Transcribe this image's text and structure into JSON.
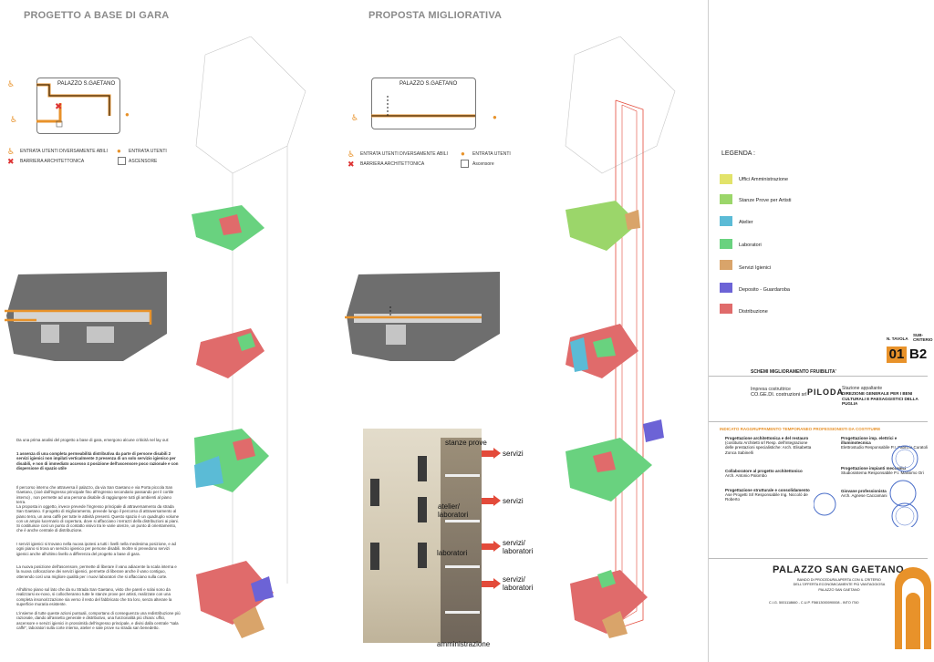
{
  "titles": {
    "left": "PROGETTO A BASE DI GARA",
    "right": "PROPOSTA MIGLIORATIVA"
  },
  "scheme_left": {
    "box_title": "PALAZZO S.GAETANO",
    "key": {
      "entrance_disabled": "ENTRATA UTENTI DIVERSAMENTE ABILI",
      "entrance_users": "ENTRATA UTENTI",
      "barrier": "BARRIERA ARCHITETTONICA",
      "lift": "ASCENSORE"
    }
  },
  "scheme_right": {
    "box_title": "PALAZZO S.GAETANO",
    "key": {
      "entrance_disabled": "ENTRATA UTENTI DIVERSAMENTE ABILI",
      "entrance_users": "ENTRATA UTENTI",
      "barrier": "BARRIERA ARCHITETTONICA",
      "lift": "Ascensore"
    }
  },
  "description": {
    "intro": "Da una prima analisi del progetto a base di gara, emergono alcune criticità nel lay out:",
    "points": "1 assenza di una completa permeabilità distributiva da parte di persone disabili  2 servizi igienici non impilati verticalmente  3 presenza di un solo servizio igienico per disabili, e non di immediato accesso  4 posizione dell'ascensore poco razionale e con dispersione di spazio utile",
    "p1": "Il percorso interno che attraversa  il palazzo, da via San Gaetano e via Porta piccola San Gaetano, (cioè dall'ingresso principale fino all'ingresso secondario passando per il cortile interno) , non permette ad una persona disabile di raggiungere tutti gli ambienti al piano terra.",
    "p2": "La proposta in oggetto, invece prevede l'ingresso principale di attraversamento da strada San Gaetano. Il progetto di miglioramento, prevede lungo il percorso di attraversamento al piano terra, un area caffè per tutte le attività presenti. Questo spazio è un quadruplo volume con un ampio lucernario di copertura, dove si affacciano i terrazzi della distribuzioni ai piani. Si costituisce così un punto di contatto visivo tra le varie utenze, un punto di orientamento, che è anche centrale di distribuzione.",
    "p3": "I servizi igienici si trovano nella nuova ipotesi a tutti i livelli nella medesima posizione, e ad ogni piano si trova un servizio igienico per persone disabili. Inoltre si prevedono servizi igienici anche all'ultimo livello a differenza del progetto a base di gara.",
    "p4": "La nuova posizione dell'ascensore, permette di liberare il vano adiacente la scala interna e la nuova collocazione dei servizi igienici, permette di liberare anche il vano contiguo, ottenendo così una migliore qualità per i nuovi laboratori che si affacciano sulla corte.",
    "p5": "All'ultimo piano sul lato che da su Strada San Gaetano, visto che pareti e solai sono da realizzarsi ex-novo, si collocheranno tutte le stanze prove per artisti, realizzate con una completa insonorizzazione sia verso il resto del fabbricato che tra loro, senza alterare la superficie muraria esistente.",
    "p6": "L'insieme di tutte queste azioni puntuali, comportano di conseguenza una redistribuzione più razionale, dando all'assetto generale e distributivo, una funzionalità più chiara: uffici, ascensore e servizi igienici in prossimità dell'ingresso principale, e divisi dalla centrale \"sala caffè\", laboratori sulla corte interna, atelier e sale prove su strada san benedetto."
  },
  "section_labels": {
    "stanze_prove": "stanze prove",
    "atelier": "atelier/ laboratori",
    "laboratori": "laboratori",
    "amministrazione": "amministrazione",
    "servizi1": "servizi",
    "servizi2": "servizi",
    "servizi3": "servizi/ laboratori",
    "servizi4": "servizi/ laboratori"
  },
  "legend": {
    "title": "LEGENDA :",
    "items": [
      {
        "label": "Uffici Amministrazione",
        "color": "#e2e36a"
      },
      {
        "label": "Stanze Prove per Artisti",
        "color": "#9bd66a"
      },
      {
        "label": "Atelier",
        "color": "#5bbbd6"
      },
      {
        "label": "Laboratori",
        "color": "#69d27f"
      },
      {
        "label": "Servizi Igienici",
        "color": "#d9a46a"
      },
      {
        "label": "Deposito - Guardaroba",
        "color": "#6c63d6"
      },
      {
        "label": "Distribuzione",
        "color": "#e06b6b"
      }
    ]
  },
  "tavola": {
    "n_label": "N. TAVOLA",
    "n_value": "01",
    "sub_label": "SUB-CRITERIO",
    "sub_value": "B2",
    "accent": "#e8922a"
  },
  "sheet_title": "SCHEMI MIGLIORAMENTO FRUIBILITA'",
  "contractor": {
    "impresa_label": "Impresa costruttrice",
    "impresa_name": "CO.GE.DI. costruzioni srl",
    "logo": "PILODA",
    "stazione_label": "Stazione appaltante",
    "stazione_name": "DIREZIONE GENERALE PER I BENI CULTURALI E PAESAGGISTICI DELLA PUGLIA"
  },
  "team": {
    "header": "INDICATO RAGGRUPPAMENTO TEMPORANEO PROFESSIONISTI DA COSTITUIRE",
    "roles": [
      {
        "title": "Progettazione architettonica e del restauro",
        "detail": "(costituito Architetti srl  Resp. dell'integrazione delle prestazioni specialistiche: Arch. Elisabetta Zonca Sabinelli"
      },
      {
        "title": "Progettazione imp. elettrici e illuminotecnica",
        "detail": "Elettrostudio  Responsabile  P.I. Fabrizio Curatoli"
      },
      {
        "title": "Collaboratore al progetto architettonico",
        "detail": "Arch. Antonio Palombo"
      },
      {
        "title": "Progettazione impianti meccanici",
        "detail": "Studiosistema  Responsabile  P.I. Massimo Ori"
      },
      {
        "title": "Progettazione strutturale e consolidamento",
        "detail": "Ase Progetti Srl  Responsabile  Ing. Niccolò de Roberto"
      },
      {
        "title": "Giovane professionista",
        "detail": "Arch. Agnese Caccamani"
      }
    ]
  },
  "footer": {
    "title": "PALAZZO SAN GAETANO",
    "sub1": "BANDO DI PROCEDURA APERTA CON IL CRITERIO DELL'OFFERTA ECONOMICAMENTE PIÙ VANTAGGIOSA",
    "sub2": "PALAZZO SAN GAETANO",
    "codes": "C.I.G. 5001118660 - C.U.P. F56I13000090008 - INTO IT40"
  },
  "colors": {
    "orange": "#e8922a",
    "red": "#e34a3a"
  }
}
